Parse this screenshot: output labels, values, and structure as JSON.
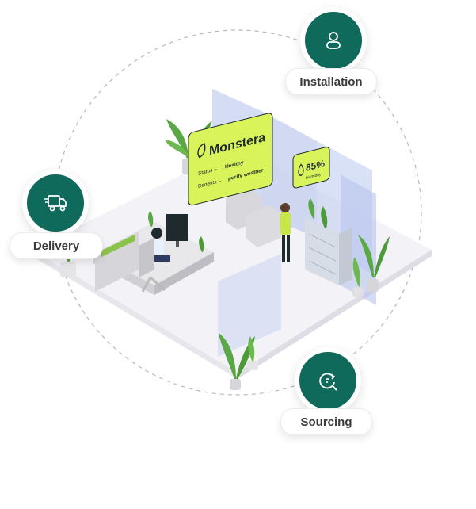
{
  "services": {
    "installation": {
      "label": "Installation",
      "icon": "user-icon"
    },
    "delivery": {
      "label": "Delivery",
      "icon": "delivery-truck-icon"
    },
    "sourcing": {
      "label": "Sourcing",
      "icon": "search-refresh-icon"
    }
  },
  "plant_card": {
    "name": "Monstera",
    "status_label": "Status :-",
    "status_value": "Healthy",
    "benefits_label": "Benefits :-",
    "benefits_value": "purify weather"
  },
  "humidity_card": {
    "value": "85%",
    "label": "Humidity"
  },
  "colors": {
    "accent_green": "#0f6a5c",
    "lime": "#d8f45a",
    "glass": "#c7d2f0"
  }
}
